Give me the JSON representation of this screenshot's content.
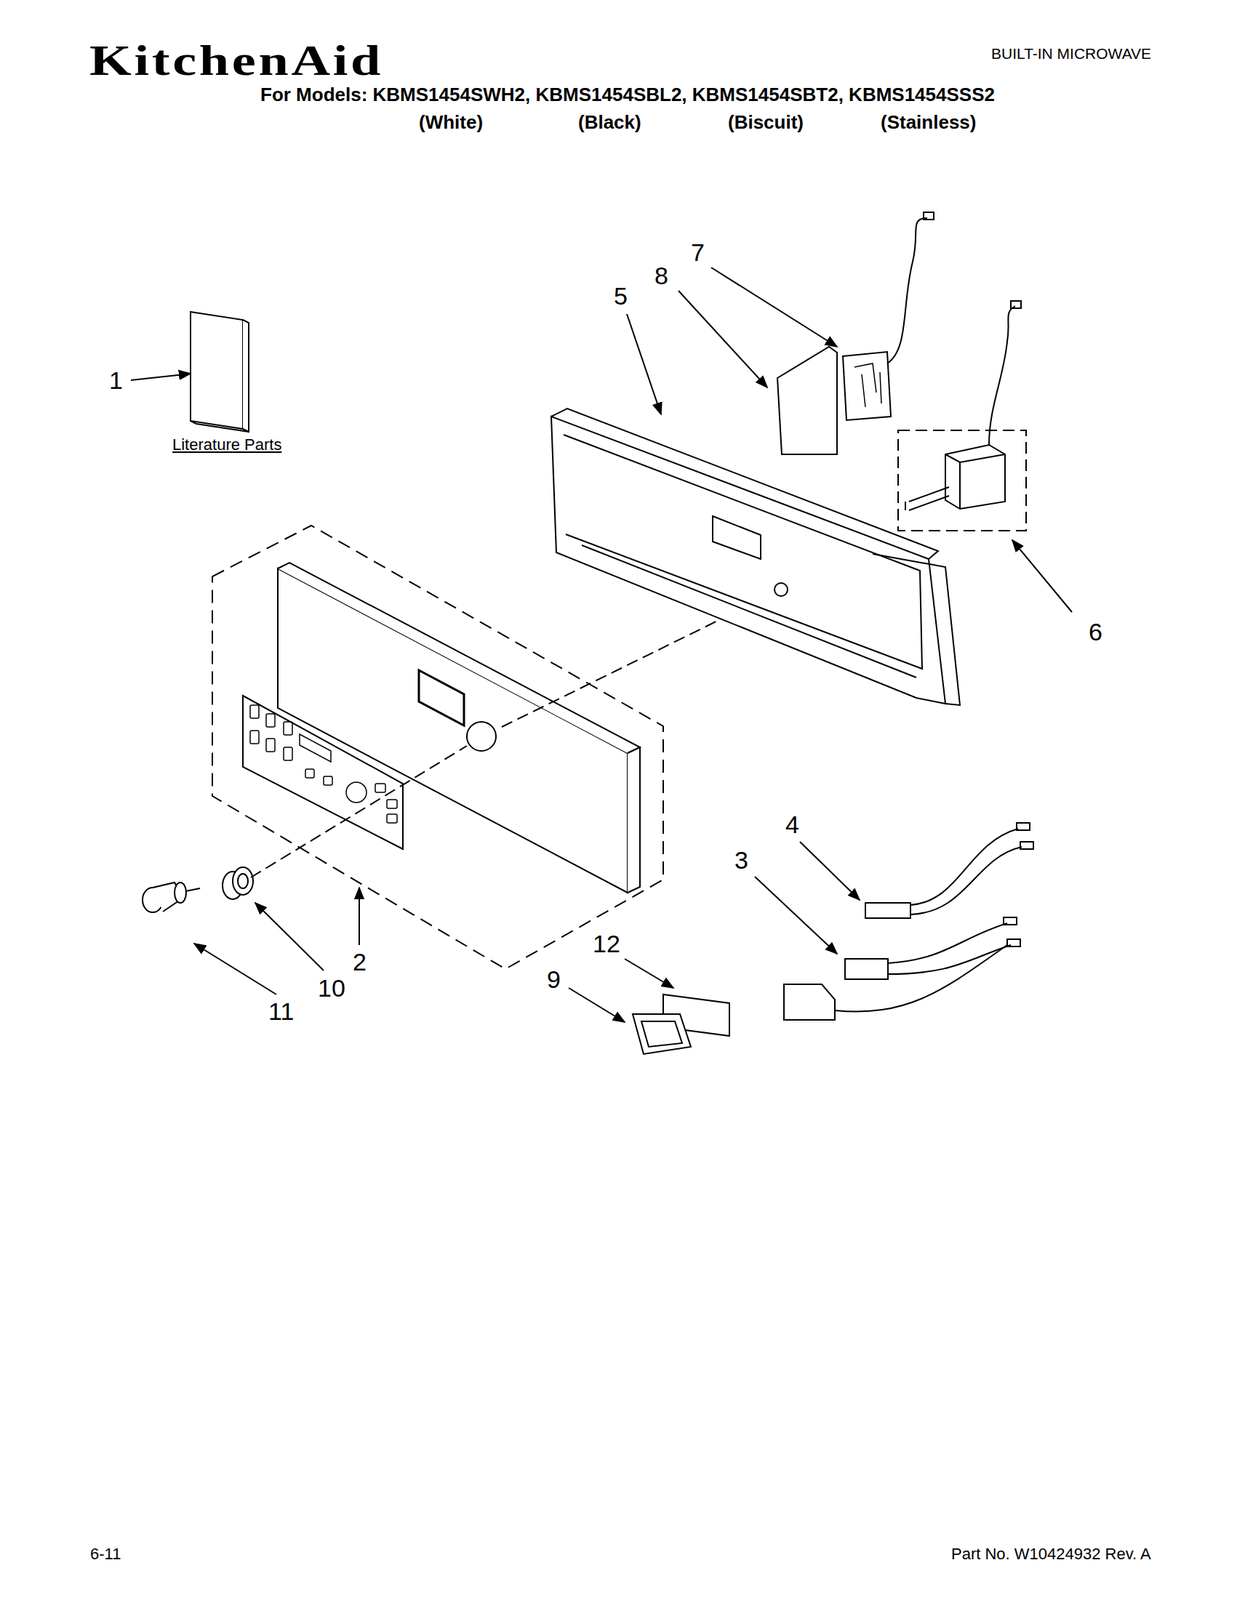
{
  "diagram": {
    "labels": [
      "KitchenAid",
      "BUILT-IN MICROWAVE",
      "For Models: KBMS1454SWH2, KBMS1454SBL2, KBMS1454SBT2, KBMS1454SSS2",
      "(White)",
      "(Black)",
      "(Biscuit)",
      "(Stainless)",
      "1",
      "Literature Parts",
      "7",
      "8",
      "5",
      "6",
      "4",
      "3",
      "12",
      "9",
      "10",
      "2",
      "11",
      "6-11",
      "Part No. W10424932 Rev. A"
    ]
  }
}
